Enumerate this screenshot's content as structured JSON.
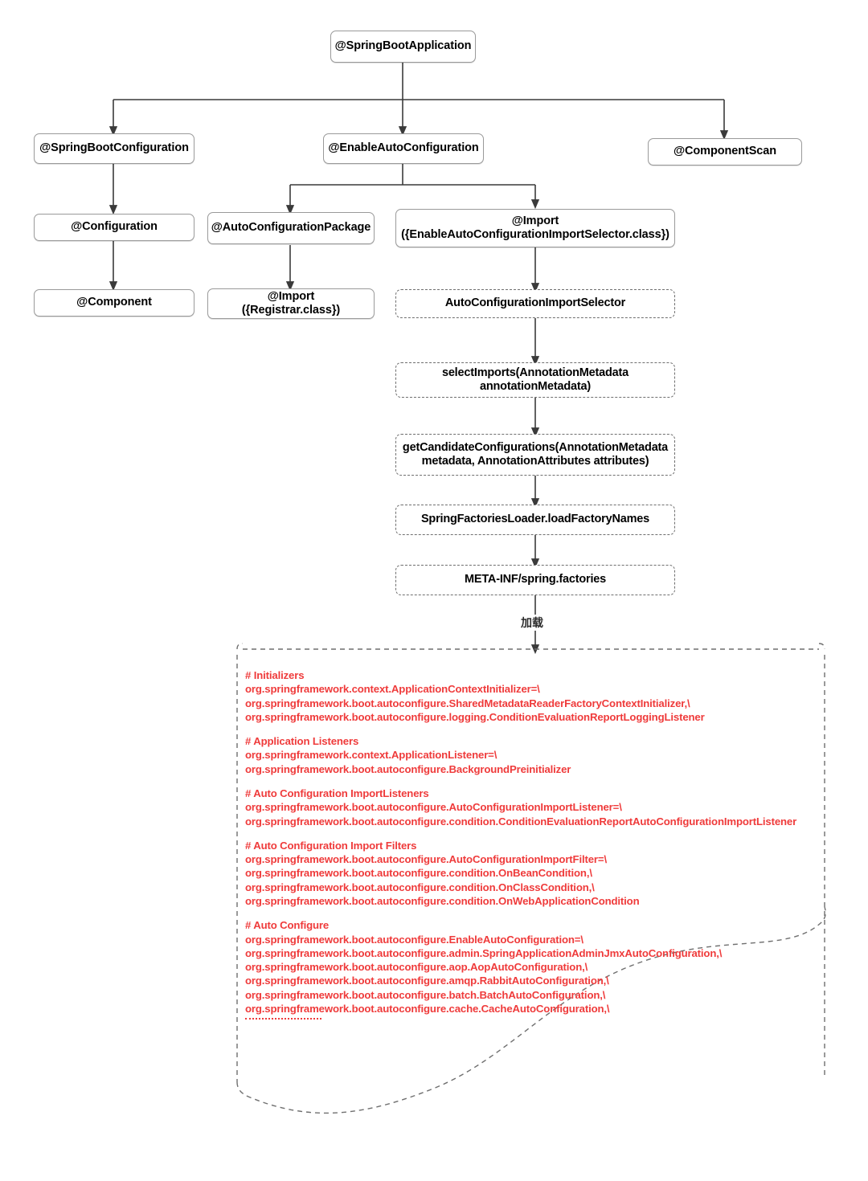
{
  "diagram": {
    "title": "Spring Boot Auto Configuration Flow",
    "edge_label_load": "加载",
    "nodes": {
      "springbootapplication": "@SpringBootApplication",
      "springbootconfiguration": "@SpringBootConfiguration",
      "enableautoconfiguration": "@EnableAutoConfiguration",
      "componentscan": "@ComponentScan",
      "configuration": "@Configuration",
      "autoconfigurationpackage": "@AutoConfigurationPackage",
      "import_selector": "@Import\n({EnableAutoConfigurationImportSelector.class})",
      "component": "@Component",
      "import_registrar": "@Import\n({Registrar.class})",
      "autoconfigurationimportselector": "AutoConfigurationImportSelector",
      "selectimports": "selectImports(AnnotationMetadata annotationMetadata)",
      "getcandidateconfigurations": "getCandidateConfigurations(AnnotationMetadata metadata, AnnotationAttributes attributes)",
      "springfactoriesloader": "SpringFactoriesLoader.loadFactoryNames",
      "metainf": "META-INF/spring.factories"
    },
    "colors": {
      "node_border": "#9a9a9a",
      "dashed_border": "#6f6f6f",
      "arrow": "#3a3a3a",
      "properties_text": "#ef3b3b",
      "background": "#ffffff"
    },
    "spring_factories": {
      "sections": [
        {
          "comment": "# Initializers",
          "lines": [
            "org.springframework.context.ApplicationContextInitializer=\\",
            "org.springframework.boot.autoconfigure.SharedMetadataReaderFactoryContextInitializer,\\",
            "org.springframework.boot.autoconfigure.logging.ConditionEvaluationReportLoggingListener"
          ]
        },
        {
          "comment": "# Application Listeners",
          "lines": [
            "org.springframework.context.ApplicationListener=\\",
            "org.springframework.boot.autoconfigure.BackgroundPreinitializer"
          ]
        },
        {
          "comment": "# Auto Configuration ImportListeners",
          "lines": [
            "org.springframework.boot.autoconfigure.AutoConfigurationImportListener=\\",
            "org.springframework.boot.autoconfigure.condition.ConditionEvaluationReportAutoConfigurationImportListener"
          ]
        },
        {
          "comment": "# Auto Configuration Import Filters",
          "lines": [
            "org.springframework.boot.autoconfigure.AutoConfigurationImportFilter=\\",
            "org.springframework.boot.autoconfigure.condition.OnBeanCondition,\\",
            "org.springframework.boot.autoconfigure.condition.OnClassCondition,\\",
            "org.springframework.boot.autoconfigure.condition.OnWebApplicationCondition"
          ]
        },
        {
          "comment": "# Auto Configure",
          "lines": [
            "org.springframework.boot.autoconfigure.EnableAutoConfiguration=\\",
            "org.springframework.boot.autoconfigure.admin.SpringApplicationAdminJmxAutoConfiguration,\\",
            "org.springframework.boot.autoconfigure.aop.AopAutoConfiguration,\\",
            "org.springframework.boot.autoconfigure.amqp.RabbitAutoConfiguration,\\",
            "org.springframework.boot.autoconfigure.batch.BatchAutoConfiguration,\\",
            "org.springframework.boot.autoconfigure.cache.CacheAutoConfiguration,\\"
          ]
        }
      ]
    }
  }
}
